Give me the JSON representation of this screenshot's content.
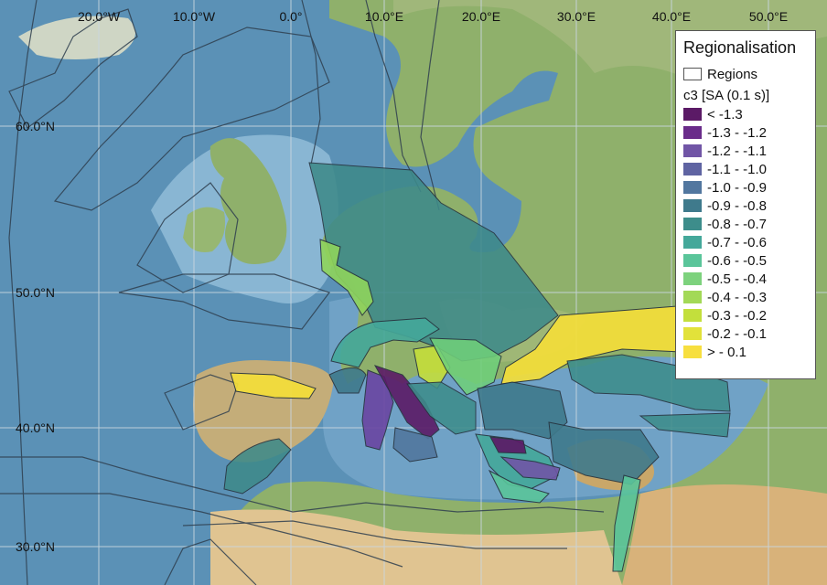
{
  "map": {
    "lon_labels": [
      "20.0°W",
      "10.0°W",
      "0.0°",
      "10.0°E",
      "20.0°E",
      "30.0°E",
      "40.0°E",
      "50.0°E"
    ],
    "lat_labels": [
      "60.0°N",
      "50.0°N",
      "40.0°N",
      "30.0°N"
    ]
  },
  "legend": {
    "title": "Regionalisation",
    "regions_label": "Regions",
    "subtitle": "c3 [SA (0.1 s)]",
    "bins": [
      {
        "label": "< -1.3",
        "color": "#5b1a66"
      },
      {
        "label": "-1.3 - -1.2",
        "color": "#6a2c8a"
      },
      {
        "label": "-1.2 - -1.1",
        "color": "#7155a6"
      },
      {
        "label": "-1.1 - -1.0",
        "color": "#5f64a2"
      },
      {
        "label": "-1.0 - -0.9",
        "color": "#52779f"
      },
      {
        "label": "-0.9 - -0.8",
        "color": "#3f7a8c"
      },
      {
        "label": "-0.8 - -0.7",
        "color": "#3d8d8b"
      },
      {
        "label": "-0.7 - -0.6",
        "color": "#44a89a"
      },
      {
        "label": "-0.6 - -0.5",
        "color": "#5ac59a"
      },
      {
        "label": "-0.5 - -0.4",
        "color": "#7dd27d"
      },
      {
        "label": "-0.4 - -0.3",
        "color": "#a3d957"
      },
      {
        "label": "-0.3 - -0.2",
        "color": "#c3df3c"
      },
      {
        "label": "-0.2 - -0.1",
        "color": "#e2e23a"
      },
      {
        "label": "> - 0.1",
        "color": "#f7df3f"
      }
    ]
  }
}
